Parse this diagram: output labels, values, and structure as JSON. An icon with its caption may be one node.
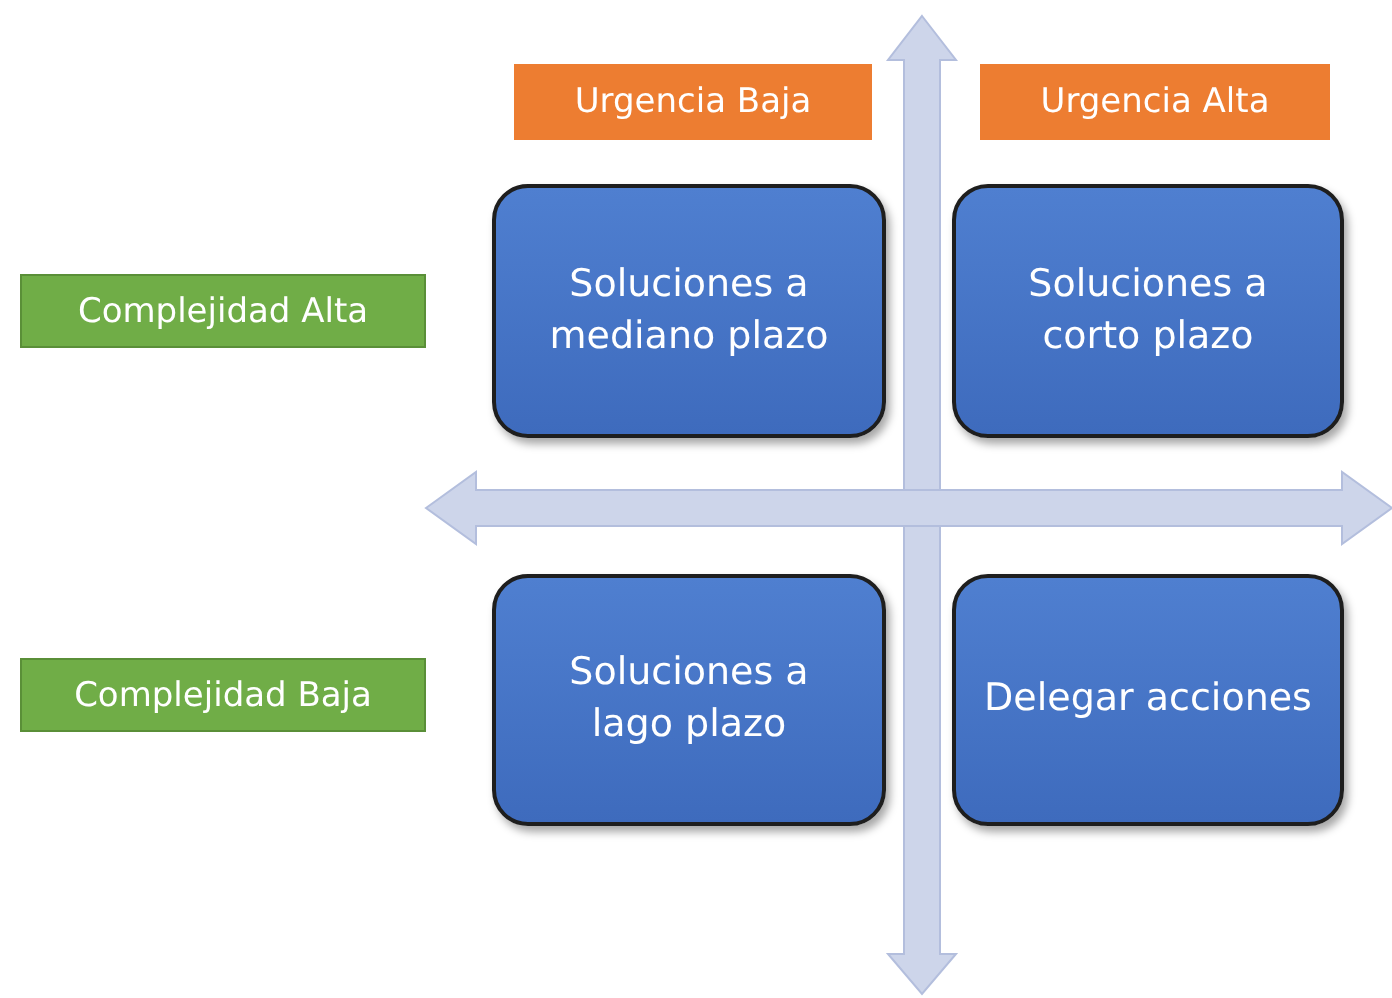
{
  "diagram": {
    "nodes": [
      {
        "text": [
          "Urgencia Baja"
        ]
      },
      {
        "text": [
          "Urgencia Alta"
        ]
      },
      {
        "text": [
          "Complejidad Alta"
        ]
      },
      {
        "text": [
          "Soluciones a mediano plazo"
        ]
      },
      {
        "text": [
          "Soluciones a corto plazo"
        ]
      },
      {
        "text": [
          "Complejidad Baja"
        ]
      },
      {
        "text": [
          "Soluciones a lago plazo"
        ]
      },
      {
        "text": [
          "Delegar acciones"
        ]
      }
    ]
  }
}
